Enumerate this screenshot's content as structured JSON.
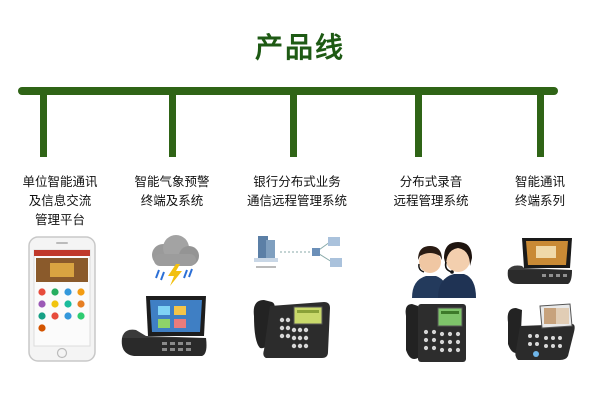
{
  "title": "产品线",
  "products": [
    {
      "lines": [
        "单位智能通讯",
        "及信息交流",
        "管理平台"
      ]
    },
    {
      "lines": [
        "智能气象预警",
        "终端及系统"
      ]
    },
    {
      "lines": [
        "银行分布式业务",
        "通信远程管理系统"
      ]
    },
    {
      "lines": [
        "分布式录音",
        "远程管理系统"
      ]
    },
    {
      "lines": [
        "智能通讯",
        "终端系列"
      ]
    }
  ],
  "colors": {
    "accent": "#2f6416",
    "title": "#1e5a14"
  }
}
